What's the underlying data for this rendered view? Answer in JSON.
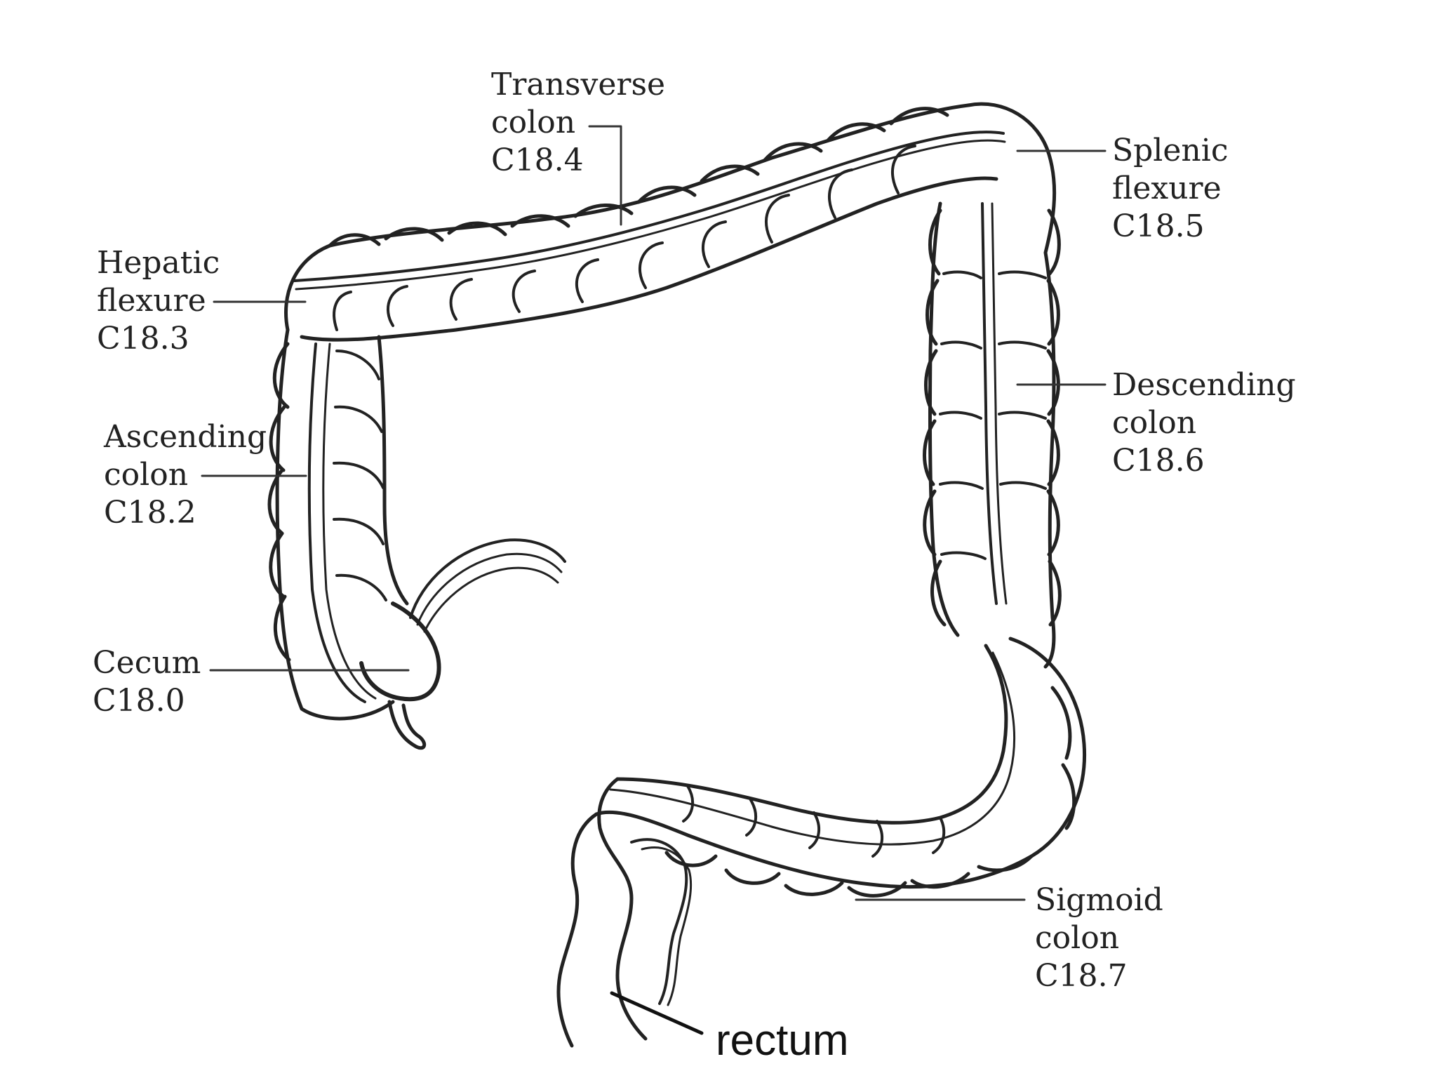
{
  "labels": {
    "transverse": {
      "name_line1": "Transverse",
      "name_line2": "colon",
      "code": "C18.4"
    },
    "splenic": {
      "name_line1": "Splenic",
      "name_line2": "flexure",
      "code": "C18.5"
    },
    "hepatic": {
      "name_line1": "Hepatic",
      "name_line2": "flexure",
      "code": "C18.3"
    },
    "ascending": {
      "name_line1": "Ascending",
      "name_line2": "colon",
      "code": "C18.2"
    },
    "descending": {
      "name_line1": "Descending",
      "name_line2": "colon",
      "code": "C18.6"
    },
    "cecum": {
      "name_line1": "Cecum",
      "code": "C18.0"
    },
    "sigmoid": {
      "name_line1": "Sigmoid",
      "name_line2": "colon",
      "code": "C18.7"
    },
    "rectum": {
      "name": "rectum"
    }
  },
  "colors": {
    "ink": "#222222",
    "background": "#ffffff"
  }
}
